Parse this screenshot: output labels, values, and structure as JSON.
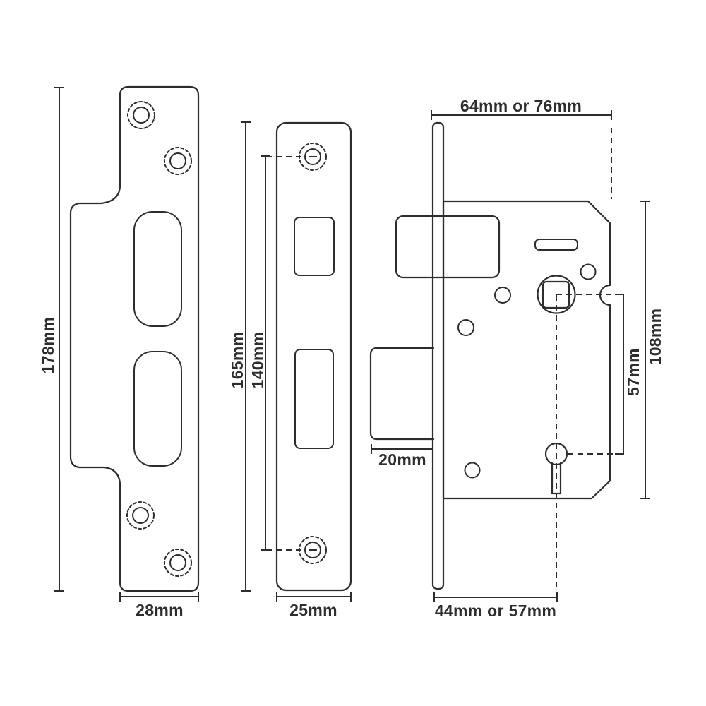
{
  "diagram": {
    "colors": {
      "line": "#2d2d2d",
      "background": "#ffffff"
    }
  },
  "dimensions": {
    "strike_height": "178mm",
    "strike_width": "28mm",
    "faceplate_height": "165mm",
    "faceplate_hole_spacing": "140mm",
    "faceplate_width": "25mm",
    "case_length": "64mm or 76mm",
    "backset": "44mm or 57mm",
    "bolt_throw": "20mm",
    "spindle_to_keyhole": "57mm",
    "case_height": "108mm"
  }
}
